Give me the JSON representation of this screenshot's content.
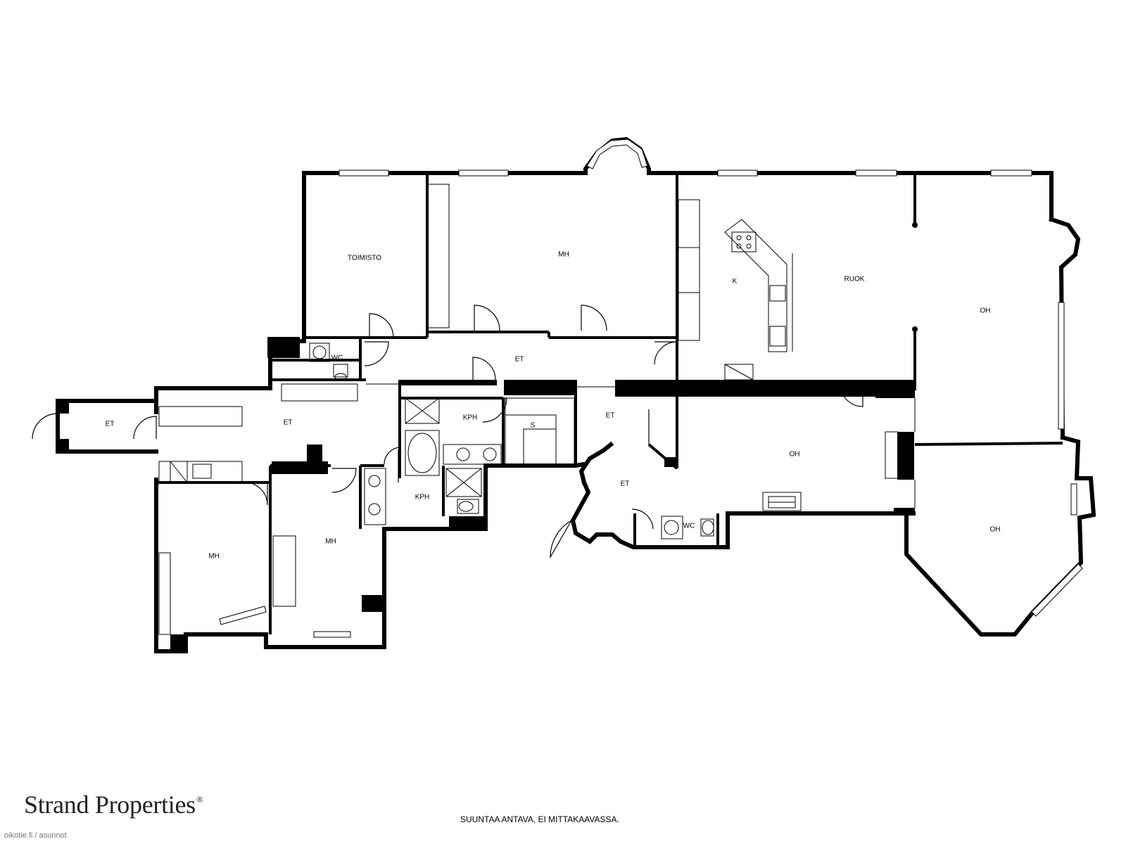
{
  "rooms": {
    "toimisto": "TOIMISTO",
    "mh_top": "MH",
    "k": "K",
    "ruok": "RUOK",
    "oh_right": "OH",
    "wc_left": "WC",
    "et_mid_top": "ET",
    "et_far_left": "ET",
    "et_left": "ET",
    "kph_upper": "KPH",
    "s": "S",
    "et_center": "ET",
    "oh_mid": "OH",
    "et_round": "ET",
    "kph_lower": "KPH",
    "mh_left": "MH",
    "mh_mid": "MH",
    "wc_right": "WC",
    "oh_octagon": "OH"
  },
  "footer": {
    "brand": "Strand Properties",
    "brand_mark": "®",
    "disclaimer": "SUUNTAA ANTAVA, EI MITTAKAAVASSA.",
    "watermark": "oikotie.fi / asunnot"
  }
}
